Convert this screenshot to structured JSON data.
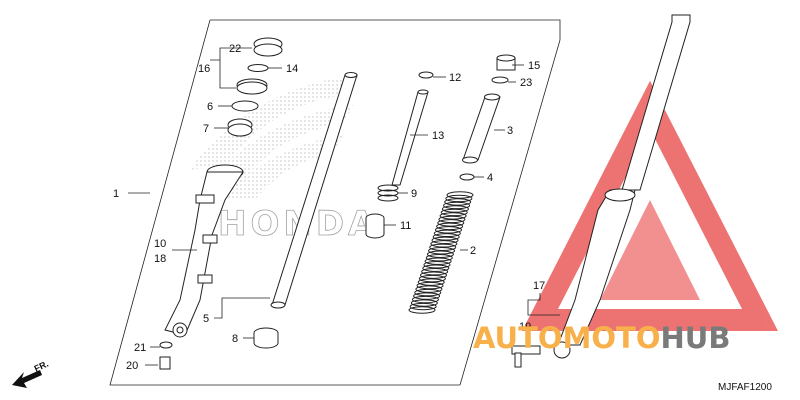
{
  "diagram": {
    "code": "MJFAF1200",
    "direction_label": "FR.",
    "part_numbers": [
      "1",
      "2",
      "3",
      "4",
      "5",
      "6",
      "7",
      "8",
      "9",
      "10",
      "11",
      "12",
      "13",
      "14",
      "15",
      "16",
      "17",
      "18",
      "19",
      "20",
      "21",
      "22",
      "23"
    ],
    "watermark": {
      "part1": "AUTO",
      "part2": "MOTO",
      "part3": "HUB",
      "colors": {
        "orange": "#f7b04a",
        "gray": "#7a7a7a",
        "red": "#e84545"
      }
    },
    "background_logo": "HONDA"
  }
}
